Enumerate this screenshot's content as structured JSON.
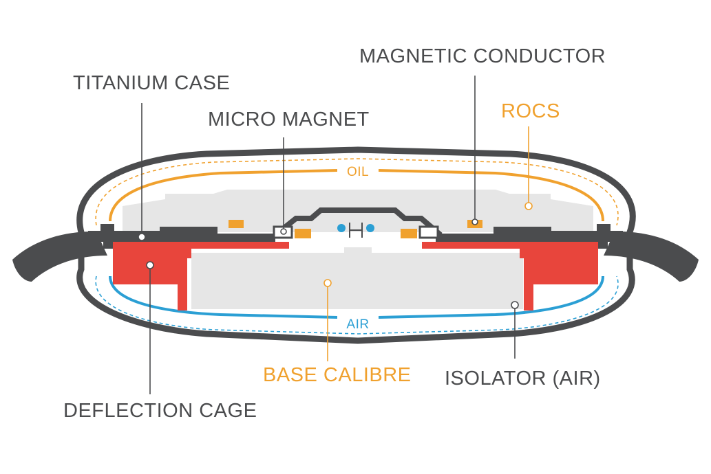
{
  "colors": {
    "case": "#4b4c4e",
    "cage": "#e8453c",
    "calibre": "#e4e4e4",
    "oil": "#f0a12e",
    "air": "#2b9fd4",
    "label": "#4a4b4d",
    "accent_label": "#f0a12e"
  },
  "labels": {
    "titanium_case": "TITANIUM CASE",
    "micro_magnet": "MICRO MAGNET",
    "magnetic_conductor": "MAGNETIC CONDUCTOR",
    "rocs": "ROCS",
    "oil": "OIL",
    "air": "AIR",
    "base_calibre": "BASE CALIBRE",
    "isolator_air": "ISOLATOR (AIR)",
    "deflection_cage": "DEFLECTION CAGE"
  }
}
